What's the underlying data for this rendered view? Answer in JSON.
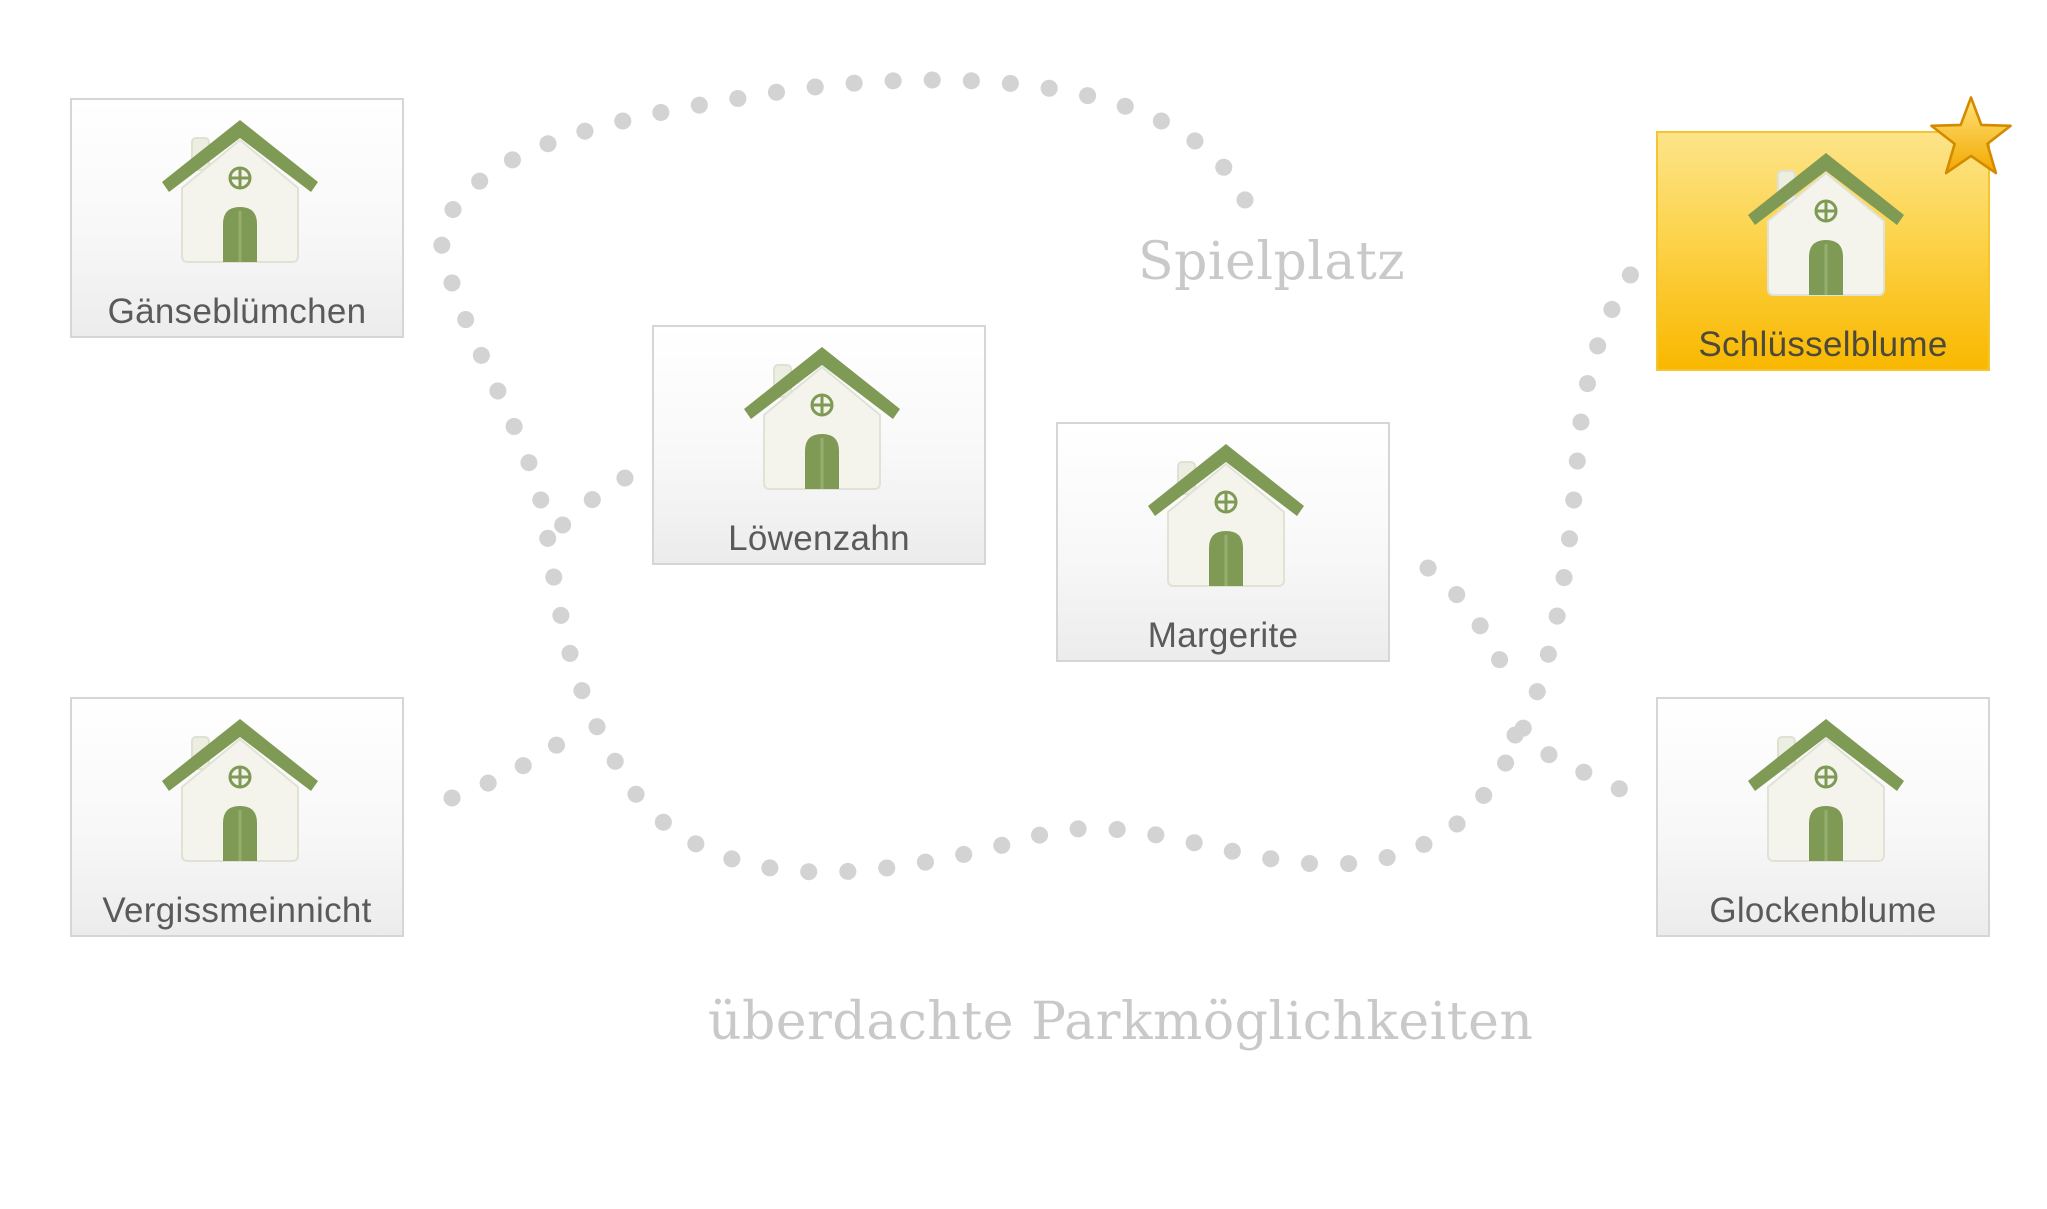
{
  "houses": [
    {
      "key": "gaenseblumchen",
      "label": "Gänseblümchen",
      "selected": false,
      "icon": "house-icon"
    },
    {
      "key": "loewenzahn",
      "label": "Löwenzahn",
      "selected": false,
      "icon": "house-icon"
    },
    {
      "key": "margerite",
      "label": "Margerite",
      "selected": false,
      "icon": "house-icon"
    },
    {
      "key": "schluesselblume",
      "label": "Schlüsselblume",
      "selected": true,
      "icon": "house-icon",
      "badge": "star-icon"
    },
    {
      "key": "vergissmeinnicht",
      "label": "Vergissmeinnicht",
      "selected": false,
      "icon": "house-icon"
    },
    {
      "key": "glockenblume",
      "label": "Glockenblume",
      "selected": false,
      "icon": "house-icon"
    }
  ],
  "areas": {
    "playground": "Spielplatz",
    "parking": "überdachte Parkmöglichkeiten"
  },
  "colors": {
    "house_green": "#7f9a55",
    "house_body": "#f4f4ec",
    "selected_gold": "#fcc21b",
    "path_dots": "#d3d3d3",
    "area_text": "#c9c9c9"
  }
}
